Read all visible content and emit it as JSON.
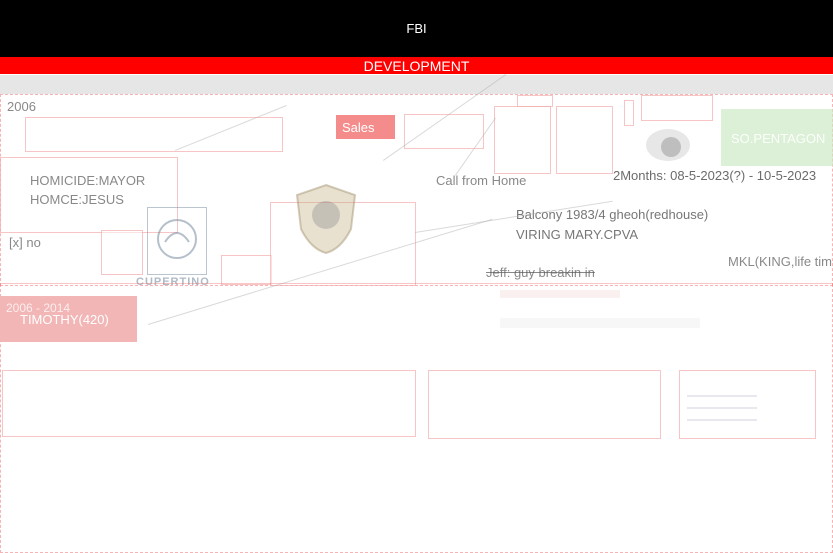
{
  "header": {
    "title": "FBI",
    "section": "DEVELOPMENT"
  },
  "labels": {
    "year_2006": "2006",
    "homicide_mayor": "HOMICIDE:MAYOR",
    "homce_jesus": "HOMCE:JESUS",
    "checkbox_no": "[x] no",
    "range_2006": "2006 - 2014",
    "timothy": "TIMOTHY(420)",
    "sales": "Sales",
    "call_from_home": "Call from Home",
    "so_pentagon": "SO.PENTAGON",
    "two_months": "2Months: 08-5-2023(?) - 10-5-2023",
    "balcony": "Balcony 1983/4 gheoh(redhouse)",
    "viring": "VIRING MARY.CPVA",
    "mkl": "MKL(KING,life tim",
    "jeff": "Jeff: guy breakin in",
    "cupertino": "CUPERTINO"
  },
  "colors": {
    "titlebar_bg": "#000000",
    "redbar_bg": "#ff0000",
    "graybar_bg": "#e6e6e6",
    "timothy_bg": "#f2b6b6",
    "sales_bg": "#f26f6f",
    "pentagon_bg": "#c8e8c0"
  },
  "icons": {
    "seal": "cupertino-seal-icon",
    "badge": "police-badge-icon",
    "avatar": "avatar-icon"
  }
}
